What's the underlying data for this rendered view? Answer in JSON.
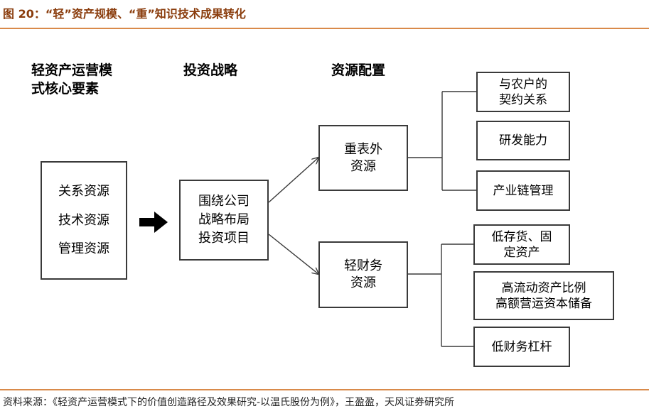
{
  "figure": {
    "title": "图 20：“轻”资产规模、“重”知识技术成果转化",
    "source": "资料来源：《轻资产运营模式下的价值创造路径及效果研究-以温氏股份为例》，王盈盈，天风证券研究所"
  },
  "headings": {
    "core_elements": [
      "轻资产运营模",
      "式核心要素"
    ],
    "strategy": "投资战略",
    "allocation": "资源配置"
  },
  "core_box": [
    "关系资源",
    "技术资源",
    "管理资源"
  ],
  "strategy_box": [
    "围绕公司",
    "战略布局",
    "投资项目"
  ],
  "heavy_off_balance": [
    "重表外",
    "资源"
  ],
  "light_finance": [
    "轻财务",
    "资源"
  ],
  "off_balance_items": [
    [
      "与农户的",
      "契约关系"
    ],
    [
      "研发能力"
    ],
    [
      "产业链管理"
    ]
  ],
  "finance_items": [
    [
      "低存货、固",
      "定资产"
    ],
    [
      "高流动资产比例",
      "高额营运资本储备"
    ],
    [
      "低财务杠杆"
    ]
  ],
  "colors": {
    "title": "#8a3c0c",
    "rule": "#d98a4a",
    "line": "#3a3a3a"
  }
}
